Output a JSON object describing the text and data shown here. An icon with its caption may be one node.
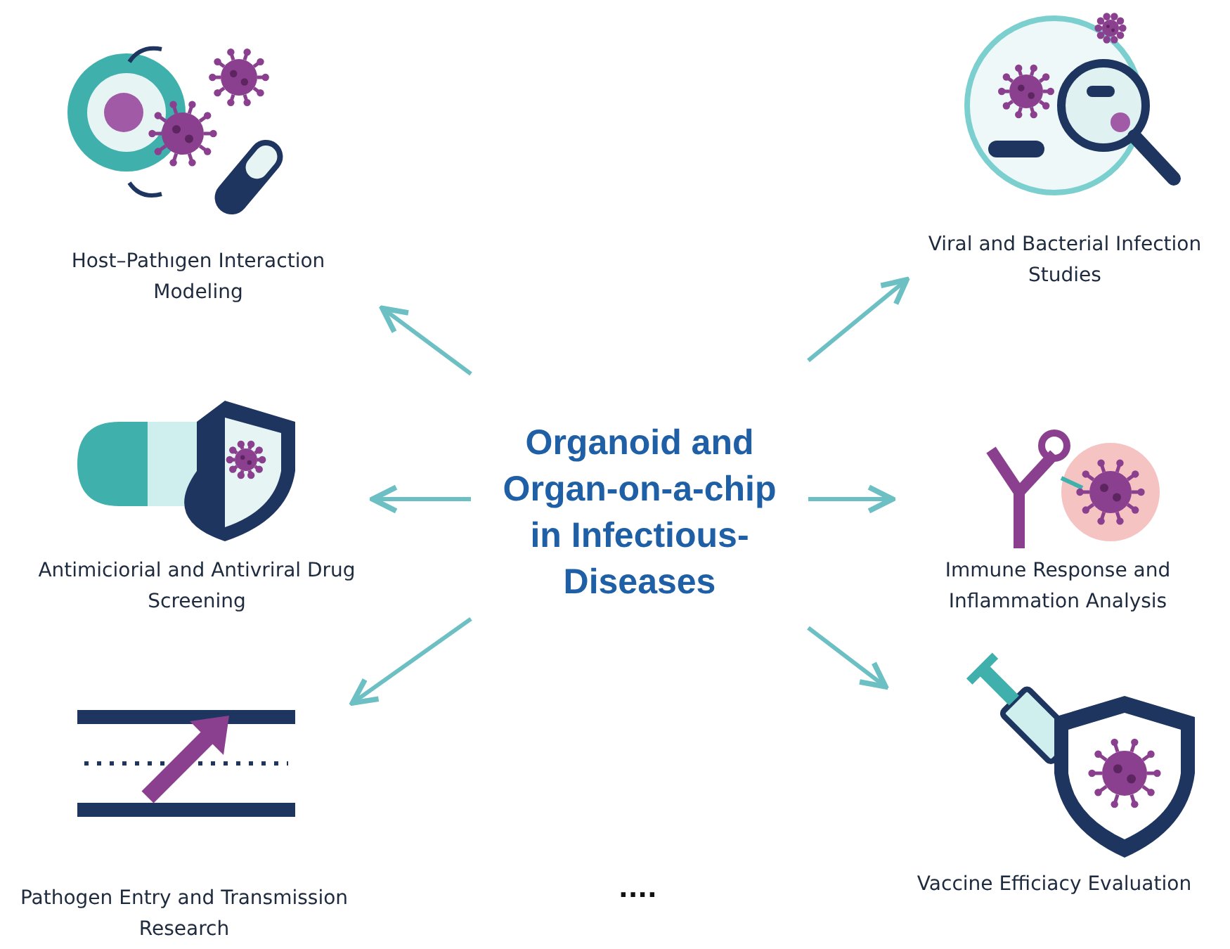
{
  "diagram": {
    "nodes": [
      {
        "text": [
          "Organoid and Organ-on-a-chip in Infectious-Diseases"
        ]
      },
      {
        "text": [
          "Host–Pathıgen Interaction Modeling"
        ]
      },
      {
        "text": [
          "Viral and Bacterial Infection Studies"
        ]
      },
      {
        "text": [
          "Antimiciorial and Antivriral Drug Screening"
        ]
      },
      {
        "text": [
          "Immune Response and Inflammation Analysis"
        ]
      },
      {
        "text": [
          "Pathogen Entry and Transmission Research"
        ]
      },
      {
        "text": [
          "Vaccine Efficiacy Evaluation"
        ]
      }
    ],
    "edges": [
      {
        "from": 0,
        "to": 1,
        "arrow": "to"
      },
      {
        "from": 0,
        "to": 2,
        "arrow": "to"
      },
      {
        "from": 0,
        "to": 3,
        "arrow": "to"
      },
      {
        "from": 0,
        "to": 4,
        "arrow": "to"
      },
      {
        "from": 0,
        "to": 5,
        "arrow": "to"
      },
      {
        "from": 0,
        "to": 6,
        "arrow": "to"
      }
    ],
    "labels": [
      "...."
    ]
  }
}
